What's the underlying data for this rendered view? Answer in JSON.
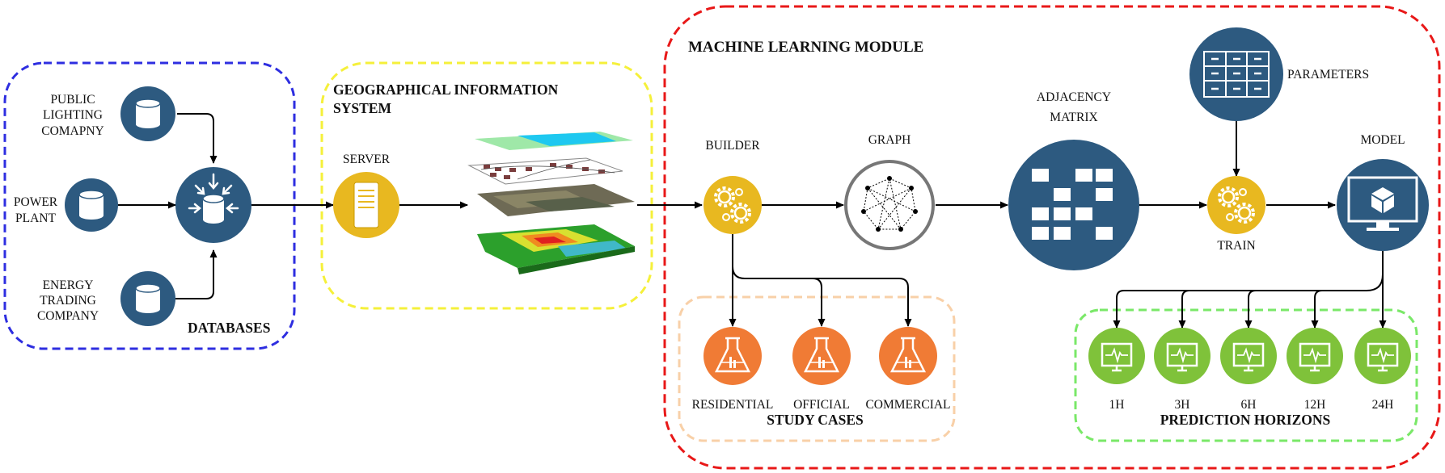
{
  "colors": {
    "navy": "#2d5a80",
    "yellow": "#e8b820",
    "orange": "#f07b35",
    "green": "#7fc23a",
    "graph_ring": "#777777",
    "border_blue": "#2e2ee0",
    "border_yellow": "#f5f03a",
    "border_red": "#e81818",
    "border_peach": "#f8d0a8",
    "border_green": "#7ae868"
  },
  "groups": {
    "databases": {
      "title": "DATABASES"
    },
    "gis": {
      "title_line1": "GEOGRAPHICAL INFORMATION",
      "title_line2": "SYSTEM"
    },
    "ml": {
      "title": "MACHINE LEARNING MODULE"
    },
    "study_cases": {
      "title": "STUDY CASES"
    },
    "prediction": {
      "title": "PREDICTION HORIZONS"
    }
  },
  "sources": [
    {
      "lines": [
        "PUBLIC",
        "LIGHTING",
        "COMAPNY"
      ],
      "icon": "database-icon"
    },
    {
      "lines": [
        "POWER",
        "PLANT"
      ],
      "icon": "database-icon"
    },
    {
      "lines": [
        "ENERGY",
        "TRADING",
        "COMPANY"
      ],
      "icon": "database-icon"
    }
  ],
  "nodes": {
    "server": {
      "label": "SERVER",
      "icon": "server-icon"
    },
    "builder": {
      "label": "BUILDER",
      "icon": "gears-icon"
    },
    "graph": {
      "label": "GRAPH",
      "icon": "graph-icon"
    },
    "adjacency": {
      "label_line1": "ADJACENCY",
      "label_line2": "MATRIX",
      "icon": "matrix-icon"
    },
    "train": {
      "label": "TRAIN",
      "icon": "gears-icon"
    },
    "parameters": {
      "label": "PARAMETERS",
      "icon": "table-icon"
    },
    "model": {
      "label": "MODEL",
      "icon": "monitor-cube-icon"
    }
  },
  "study_cases": [
    {
      "label": "RESIDENTIAL",
      "icon": "flask-icon"
    },
    {
      "label": "OFFICIAL",
      "icon": "flask-icon"
    },
    {
      "label": "COMMERCIAL",
      "icon": "flask-icon"
    }
  ],
  "horizons": [
    {
      "label": "1H",
      "icon": "monitor-pulse-icon"
    },
    {
      "label": "3H",
      "icon": "monitor-pulse-icon"
    },
    {
      "label": "6H",
      "icon": "monitor-pulse-icon"
    },
    {
      "label": "12H",
      "icon": "monitor-pulse-icon"
    },
    {
      "label": "24H",
      "icon": "monitor-pulse-icon"
    }
  ]
}
